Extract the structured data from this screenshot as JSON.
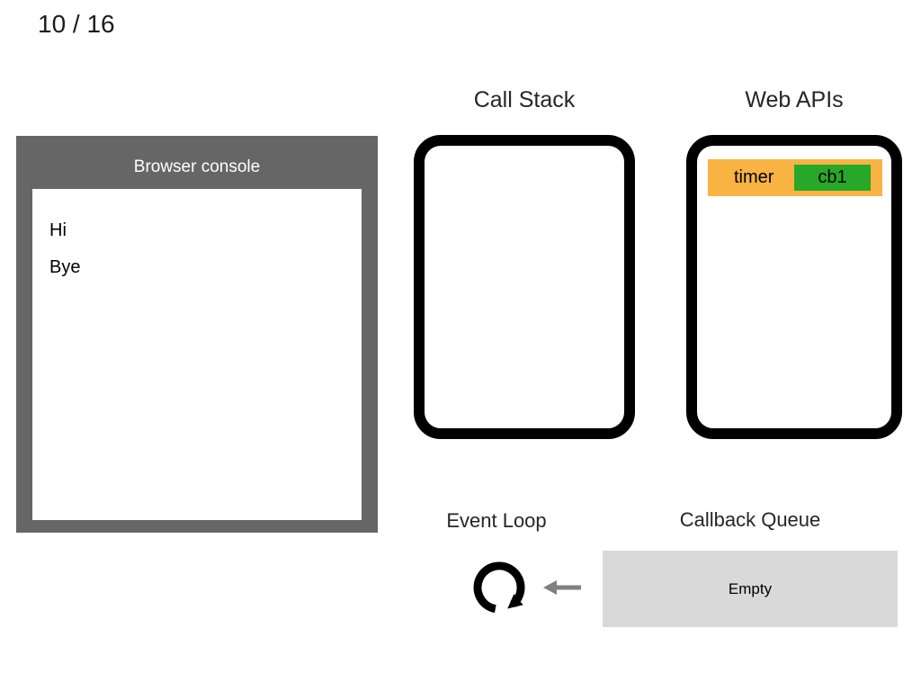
{
  "page": {
    "counter": "10 / 16"
  },
  "console": {
    "title": "Browser console",
    "logs": [
      "Hi",
      "Bye"
    ]
  },
  "call_stack": {
    "title": "Call Stack",
    "frames": []
  },
  "web_apis": {
    "title": "Web APIs",
    "items": [
      {
        "label": "timer",
        "callback": "cb1"
      }
    ]
  },
  "event_loop": {
    "title": "Event Loop",
    "icon": "circular-arrow"
  },
  "callback_queue": {
    "title": "Callback Queue",
    "status": "Empty",
    "arrow_icon": "left-arrow"
  },
  "colors": {
    "console_gray": "#666666",
    "timer_orange": "#f9b342",
    "callback_green": "#28a828",
    "queue_gray": "#d9d9d9",
    "arrow_gray": "#808080"
  }
}
